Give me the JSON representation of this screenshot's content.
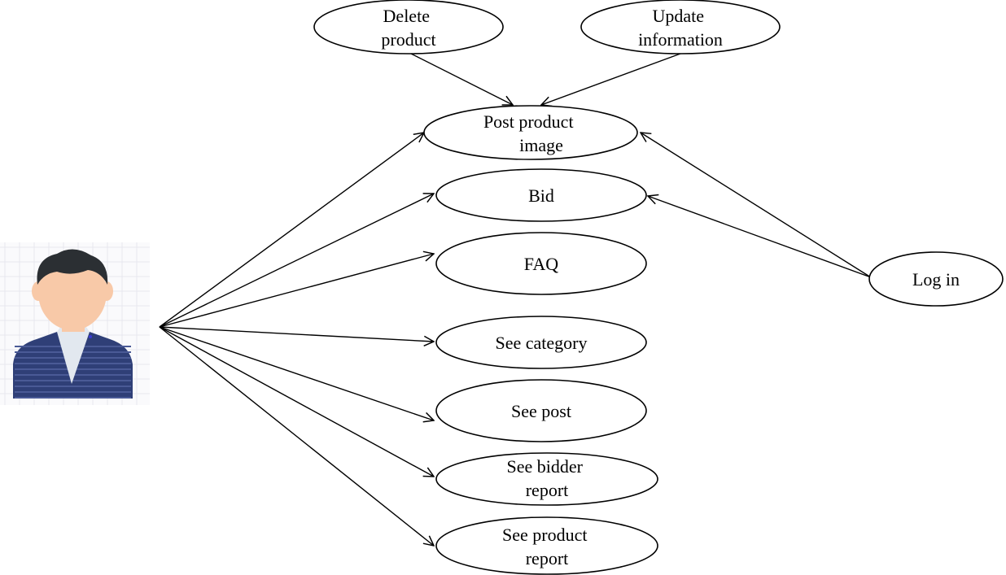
{
  "actor": {
    "icon": "user-avatar-icon",
    "colors": {
      "hair": "#2b2f33",
      "skin": "#f8c9a8",
      "shirt": "#2f3f77",
      "shirt_stripe": "#4a5a96",
      "collar": "#e2e8ef"
    }
  },
  "use_cases": [
    {
      "id": "delete-product",
      "lines": [
        "Delete",
        "product"
      ]
    },
    {
      "id": "update-information",
      "lines": [
        "Update",
        "information"
      ]
    },
    {
      "id": "post-product-image",
      "lines": [
        "Post product",
        "image"
      ]
    },
    {
      "id": "bid",
      "lines": [
        "Bid"
      ]
    },
    {
      "id": "faq",
      "lines": [
        "FAQ"
      ]
    },
    {
      "id": "see-category",
      "lines": [
        "See category"
      ]
    },
    {
      "id": "see-post",
      "lines": [
        "See post"
      ]
    },
    {
      "id": "see-bidder-report",
      "lines": [
        "See bidder",
        "report"
      ]
    },
    {
      "id": "see-product-report",
      "lines": [
        "See product",
        "report"
      ]
    },
    {
      "id": "log-in",
      "lines": [
        "Log in"
      ]
    }
  ],
  "associations": [
    {
      "from": "actor",
      "to": "post-product-image"
    },
    {
      "from": "actor",
      "to": "bid"
    },
    {
      "from": "actor",
      "to": "faq"
    },
    {
      "from": "actor",
      "to": "see-category"
    },
    {
      "from": "actor",
      "to": "see-post"
    },
    {
      "from": "actor",
      "to": "see-bidder-report"
    },
    {
      "from": "actor",
      "to": "see-product-report"
    },
    {
      "from": "delete-product",
      "to": "post-product-image"
    },
    {
      "from": "update-information",
      "to": "post-product-image"
    },
    {
      "from": "log-in",
      "to": "post-product-image"
    },
    {
      "from": "log-in",
      "to": "bid"
    }
  ]
}
